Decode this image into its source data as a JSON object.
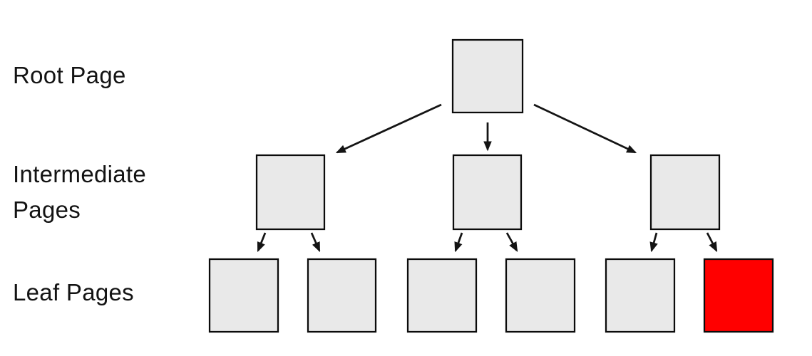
{
  "labels": {
    "root": "Root Page",
    "intermediate": "Intermediate Pages",
    "leaf": "Leaf Pages"
  },
  "colors": {
    "background": "#ffffff",
    "node_fill": "#e9e9e9",
    "node_border": "#0b0b0b",
    "highlight_fill": "#ff0000",
    "arrow": "#141414",
    "label_text": "#131313"
  },
  "diagram": {
    "type": "tree",
    "levels": [
      {
        "label": "Root Page",
        "node_count": 1
      },
      {
        "label": "Intermediate Pages",
        "node_count": 3
      },
      {
        "label": "Leaf Pages",
        "node_count": 6,
        "highlighted_node_index": 6
      }
    ],
    "edges": [
      {
        "from": "root",
        "to": "intermediate-1"
      },
      {
        "from": "root",
        "to": "intermediate-2"
      },
      {
        "from": "root",
        "to": "intermediate-3"
      },
      {
        "from": "intermediate-1",
        "to": "leaf-1"
      },
      {
        "from": "intermediate-1",
        "to": "leaf-2"
      },
      {
        "from": "intermediate-2",
        "to": "leaf-3"
      },
      {
        "from": "intermediate-2",
        "to": "leaf-4"
      },
      {
        "from": "intermediate-3",
        "to": "leaf-5"
      },
      {
        "from": "intermediate-3",
        "to": "leaf-6"
      }
    ]
  }
}
